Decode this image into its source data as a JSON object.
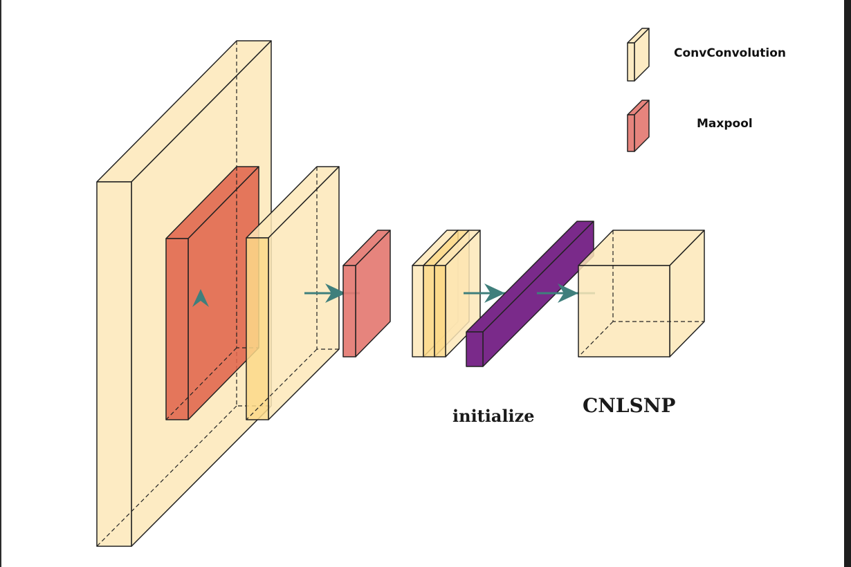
{
  "colors": {
    "conv": "#fde8b8",
    "conv_bright": "#fbd98a",
    "maxpool_large": "#e0654c",
    "maxpool_small": "#e47a72",
    "dense": "#7a2a8a",
    "arrow": "#3f7f7c",
    "stroke": "#222222"
  },
  "legend": {
    "conv_label": "ConvConvolution",
    "maxpool_label": "Maxpool"
  },
  "labels": {
    "initialize": "initialize",
    "output": "CNLSNP"
  },
  "icons": [
    "arrow-right-icon",
    "arrow-up-icon"
  ]
}
